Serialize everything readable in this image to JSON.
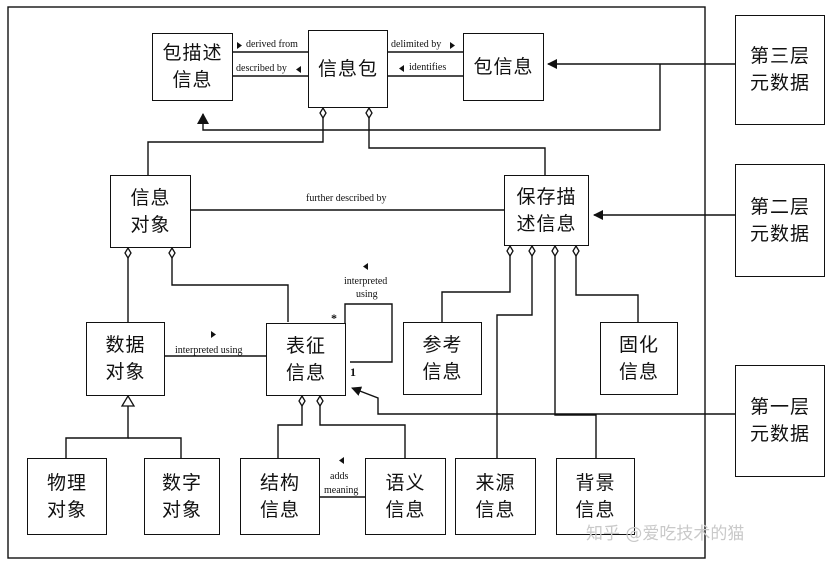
{
  "boxes": {
    "pkg_desc": "包描述\n信息",
    "info_pkg": "信息包",
    "pkg_info": "包信息",
    "info_obj": "信息\n对象",
    "preservation": "保存描\n述信息",
    "data_obj": "数据\n对象",
    "representation": "表征\n信息",
    "reference": "参考\n信息",
    "fixity": "固化\n信息",
    "physical_obj": "物理\n对象",
    "digital_obj": "数字\n对象",
    "structure": "结构\n信息",
    "semantic": "语义\n信息",
    "provenance": "来源\n信息",
    "context": "背景\n信息",
    "meta3": "第三层\n元数据",
    "meta2": "第二层\n元数据",
    "meta1": "第一层\n元数据"
  },
  "labels": {
    "derived_from": "derived from",
    "described_by": "described by",
    "delimited_by": "delimited by",
    "identifies": "identifies",
    "further_described_by": "further described by",
    "interpreted_using_1": "interpreted using",
    "interpreted_using_2a": "interpreted",
    "interpreted_using_2b": "using",
    "adds": "adds",
    "meaning": "meaning",
    "mult_star": "*",
    "mult_one": "1"
  },
  "watermark": "知乎 @爱吃技术的猫"
}
